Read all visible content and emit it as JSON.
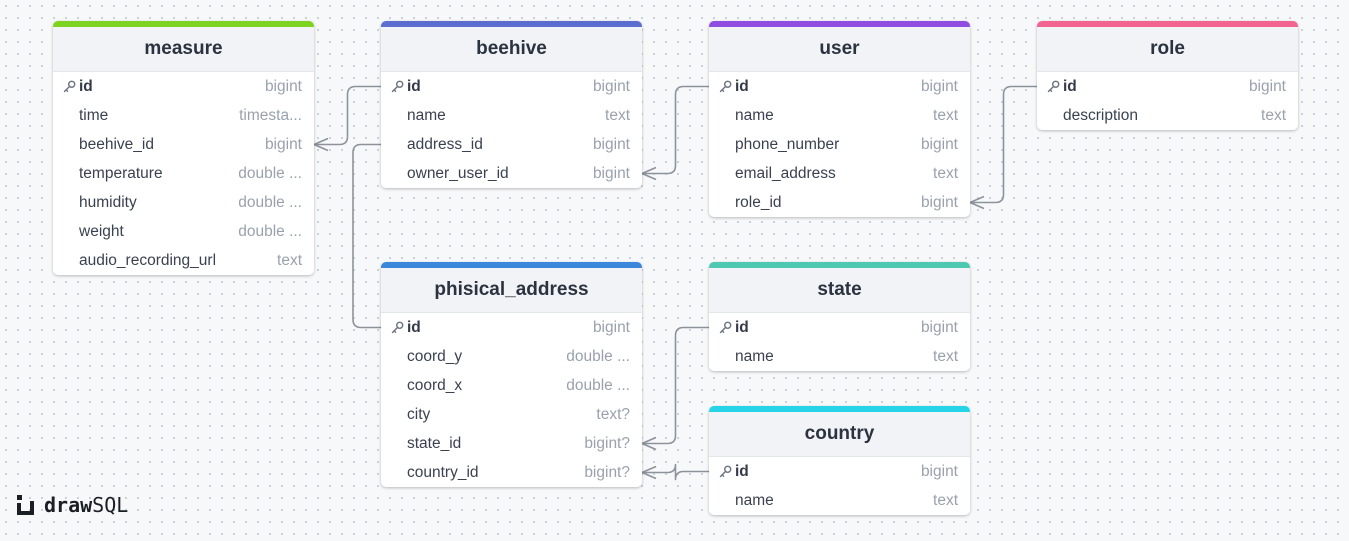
{
  "diagram": {
    "tables": [
      {
        "id": "measure",
        "title": "measure",
        "accent": "#7ed321",
        "columns": [
          {
            "name": "id",
            "type": "bigint",
            "pk": true
          },
          {
            "name": "time",
            "type": "timesta..."
          },
          {
            "name": "beehive_id",
            "type": "bigint"
          },
          {
            "name": "temperature",
            "type": "double ..."
          },
          {
            "name": "humidity",
            "type": "double ..."
          },
          {
            "name": "weight",
            "type": "double ..."
          },
          {
            "name": "audio_recording_url",
            "type": "text"
          }
        ]
      },
      {
        "id": "beehive",
        "title": "beehive",
        "accent": "#5b6ed0",
        "columns": [
          {
            "name": "id",
            "type": "bigint",
            "pk": true
          },
          {
            "name": "name",
            "type": "text"
          },
          {
            "name": "address_id",
            "type": "bigint"
          },
          {
            "name": "owner_user_id",
            "type": "bigint"
          }
        ]
      },
      {
        "id": "user",
        "title": "user",
        "accent": "#8f4ee0",
        "columns": [
          {
            "name": "id",
            "type": "bigint",
            "pk": true
          },
          {
            "name": "name",
            "type": "text"
          },
          {
            "name": "phone_number",
            "type": "bigint"
          },
          {
            "name": "email_address",
            "type": "text"
          },
          {
            "name": "role_id",
            "type": "bigint"
          }
        ]
      },
      {
        "id": "role",
        "title": "role",
        "accent": "#f0648f",
        "columns": [
          {
            "name": "id",
            "type": "bigint",
            "pk": true
          },
          {
            "name": "description",
            "type": "text"
          }
        ]
      },
      {
        "id": "phisical_address",
        "title": "phisical_address",
        "accent": "#3b87db",
        "columns": [
          {
            "name": "id",
            "type": "bigint",
            "pk": true
          },
          {
            "name": "coord_y",
            "type": "double ..."
          },
          {
            "name": "coord_x",
            "type": "double ..."
          },
          {
            "name": "city",
            "type": "text?"
          },
          {
            "name": "state_id",
            "type": "bigint?"
          },
          {
            "name": "country_id",
            "type": "bigint?"
          }
        ]
      },
      {
        "id": "state",
        "title": "state",
        "accent": "#4cc9b0",
        "columns": [
          {
            "name": "id",
            "type": "bigint",
            "pk": true
          },
          {
            "name": "name",
            "type": "text"
          }
        ]
      },
      {
        "id": "country",
        "title": "country",
        "accent": "#26d4e8",
        "columns": [
          {
            "name": "id",
            "type": "bigint",
            "pk": true
          },
          {
            "name": "name",
            "type": "text"
          }
        ]
      }
    ],
    "relations": [
      {
        "from": "measure.beehive_id",
        "to": "beehive.id"
      },
      {
        "from": "beehive.owner_user_id",
        "to": "user.id"
      },
      {
        "from": "user.role_id",
        "to": "role.id"
      },
      {
        "from": "beehive.address_id",
        "to": "phisical_address.id"
      },
      {
        "from": "phisical_address.state_id",
        "to": "state.id"
      },
      {
        "from": "phisical_address.country_id",
        "to": "country.id"
      }
    ]
  },
  "branding": {
    "logo_bold": "draw",
    "logo_rest": "SQL",
    "logo_icon": "drawsql-logo-icon"
  },
  "colors": {
    "line": "#8c939c",
    "pk_icon": "#6a7280"
  }
}
